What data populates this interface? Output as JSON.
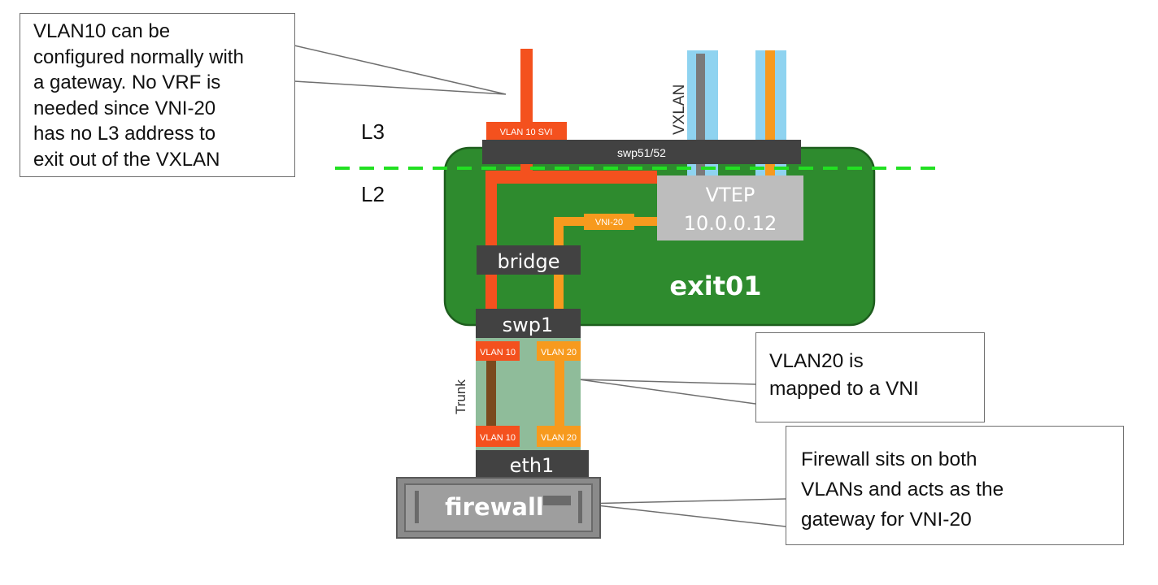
{
  "callouts": {
    "vlan10": "VLAN10 can be\nconfigured normally with\na gateway.  No VRF is\nneeded since VNI-20\nhas no L3 address to\nexit out of the VXLAN",
    "vlan20": "VLAN20 is\nmapped to a VNI",
    "firewall": "Firewall sits on both\nVLANs and acts as the\ngateway for VNI-20"
  },
  "layers": {
    "l3": "L3",
    "l2": "L2"
  },
  "switch": {
    "name": "exit01",
    "uplink": "swp51/52",
    "svi": "VLAN 10 SVI",
    "vtep_title": "VTEP",
    "vtep_ip": "10.0.0.12",
    "vni": "VNI-20",
    "bridge": "bridge",
    "downlink": "swp1",
    "vxlan": "VXLAN"
  },
  "trunk": {
    "label": "Trunk",
    "top_left": "VLAN 10",
    "top_right": "VLAN 20",
    "bottom_left": "VLAN 10",
    "bottom_right": "VLAN 20"
  },
  "firewall": {
    "interface": "eth1",
    "name": "firewall"
  },
  "colors": {
    "vlan10": "#f4511e",
    "vlan20": "#f79a1e",
    "switch_green": "#2e8b2e",
    "vtep_grey": "#bdbdbd",
    "port_dark": "#424242",
    "vxlan_blue": "#8fd3f0",
    "layer_divider": "#22e022",
    "trunk_green": "#8fbc9a"
  }
}
